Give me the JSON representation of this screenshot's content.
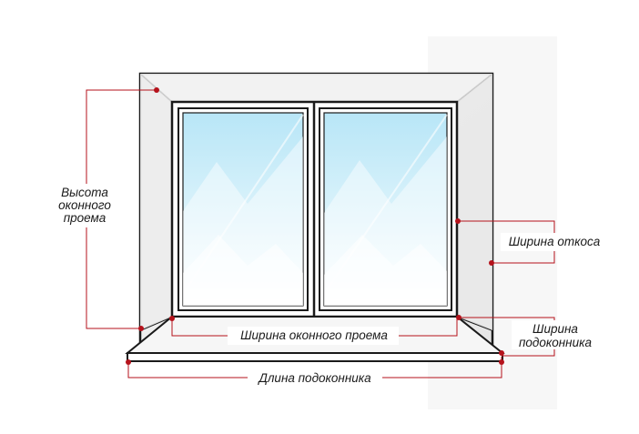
{
  "labels": {
    "opening_height": [
      "Высота",
      "оконного",
      "проема"
    ],
    "slope_width": "Ширина откоса",
    "opening_width": "Ширина оконного проема",
    "sill_width": [
      "Ширина",
      "подоконника"
    ],
    "sill_length": "Длина подоконника"
  },
  "colors": {
    "frame_stroke": "#1a1a1a",
    "dimension_line": "#b5121b",
    "glass_top": "#bfe9f8",
    "glass_bottom": "#ffffff",
    "panel_shade": "#ededed"
  }
}
